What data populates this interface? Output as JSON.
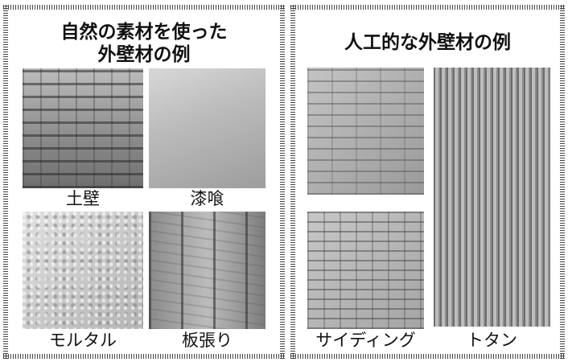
{
  "left_panel": {
    "title": "自然の素材を使った\n外壁材の例",
    "items": [
      {
        "caption": "土壁"
      },
      {
        "caption": "漆喰"
      },
      {
        "caption": "モルタル"
      },
      {
        "caption": "板張り"
      }
    ]
  },
  "right_panel": {
    "title": "人工的な外壁材の例",
    "items": [
      {
        "caption": "サイディング"
      },
      {
        "caption": "トタン"
      }
    ]
  }
}
